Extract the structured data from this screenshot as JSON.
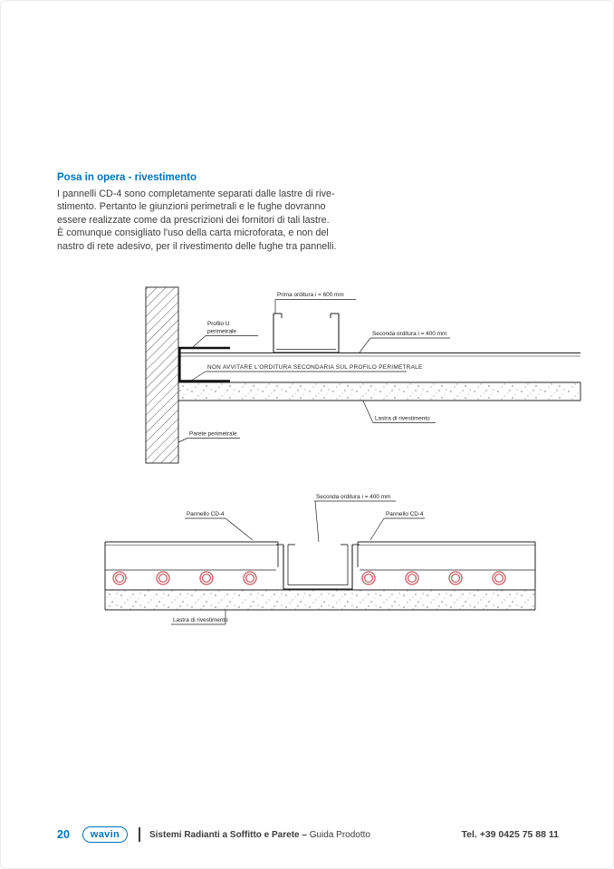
{
  "heading": "Posa in opera - rivestimento",
  "paragraph_lines": [
    "I pannelli CD-4 sono completamente separati dalle lastre di rive-",
    "stimento. Pertanto le giunzioni perimetrali e le fughe dovranno",
    "essere realizzate come da prescrizioni dei fornitori di tali lastre.",
    "È comunque consigliato l'uso della carta microforata, e non del",
    "nastro di rete adesivo, per il rivestimento delle fughe tra pannelli."
  ],
  "wall_detail": {
    "prima_orditura": "Prima orditura i = 600 mm",
    "profilo_u_line1": "Profilo U",
    "profilo_u_line2": "perimetrale",
    "seconda_orditura": "Seconda orditura i = 400 mm",
    "warning": "NON AVVITARE L'ORDITURA SECONDARIA SUL PROFILO PERIMETRALE",
    "lastra": "Lastra di rivestimento",
    "parete": "Parete perimetrale"
  },
  "panel_joint": {
    "seconda_orditura": "Seconda orditura i = 400 mm",
    "pannello_left": "Pannello CD-4",
    "pannello_right": "Pannello CD-4",
    "lastra": "Lastra di rivestimento"
  },
  "footer": {
    "page_number": "20",
    "logo_text": "wavin",
    "title_bold": "Sistemi Radianti a Soffitto e Parete –",
    "title_regular": "Guida Prodotto",
    "phone": "Tel. +39 0425 75 88 11"
  },
  "colors": {
    "brand_blue": "#0074bc",
    "pipe_red": "#c75b60",
    "line_dark": "#222222",
    "text_dark": "#3c3c3b"
  }
}
